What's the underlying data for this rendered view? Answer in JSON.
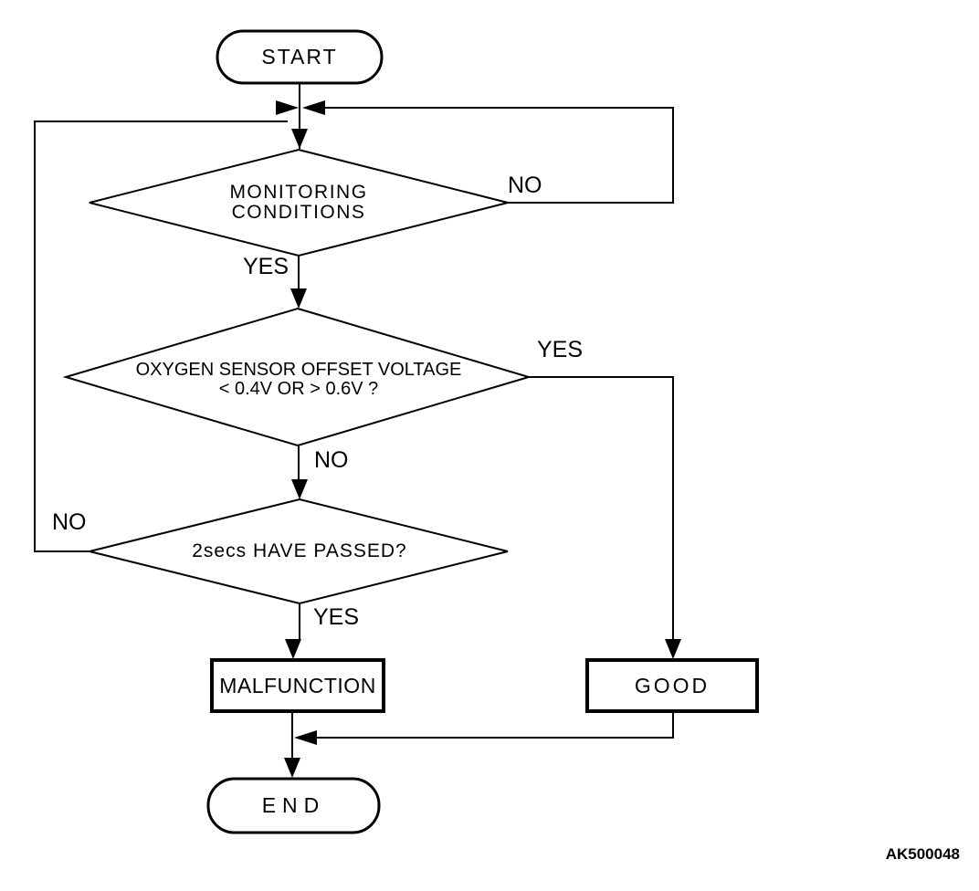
{
  "figure": {
    "code": "AK500048"
  },
  "colors": {
    "stroke": "#000000",
    "background": "#ffffff"
  },
  "flowchart": {
    "start": {
      "label": "START"
    },
    "decision_monitoring": {
      "line1": "MONITORING",
      "line2": "CONDITIONS",
      "no_label": "NO",
      "yes_label": "YES"
    },
    "decision_voltage": {
      "line1": "OXYGEN SENSOR OFFSET VOLTAGE",
      "line2": "< 0.4V OR > 0.6V ?",
      "yes_label": "YES",
      "no_label": "NO"
    },
    "decision_timer": {
      "label": "2secs HAVE PASSED?",
      "no_label": "NO",
      "yes_label": "YES"
    },
    "malfunction": {
      "label": "MALFUNCTION"
    },
    "good": {
      "label": "GOOD"
    },
    "end": {
      "label": "END"
    }
  }
}
